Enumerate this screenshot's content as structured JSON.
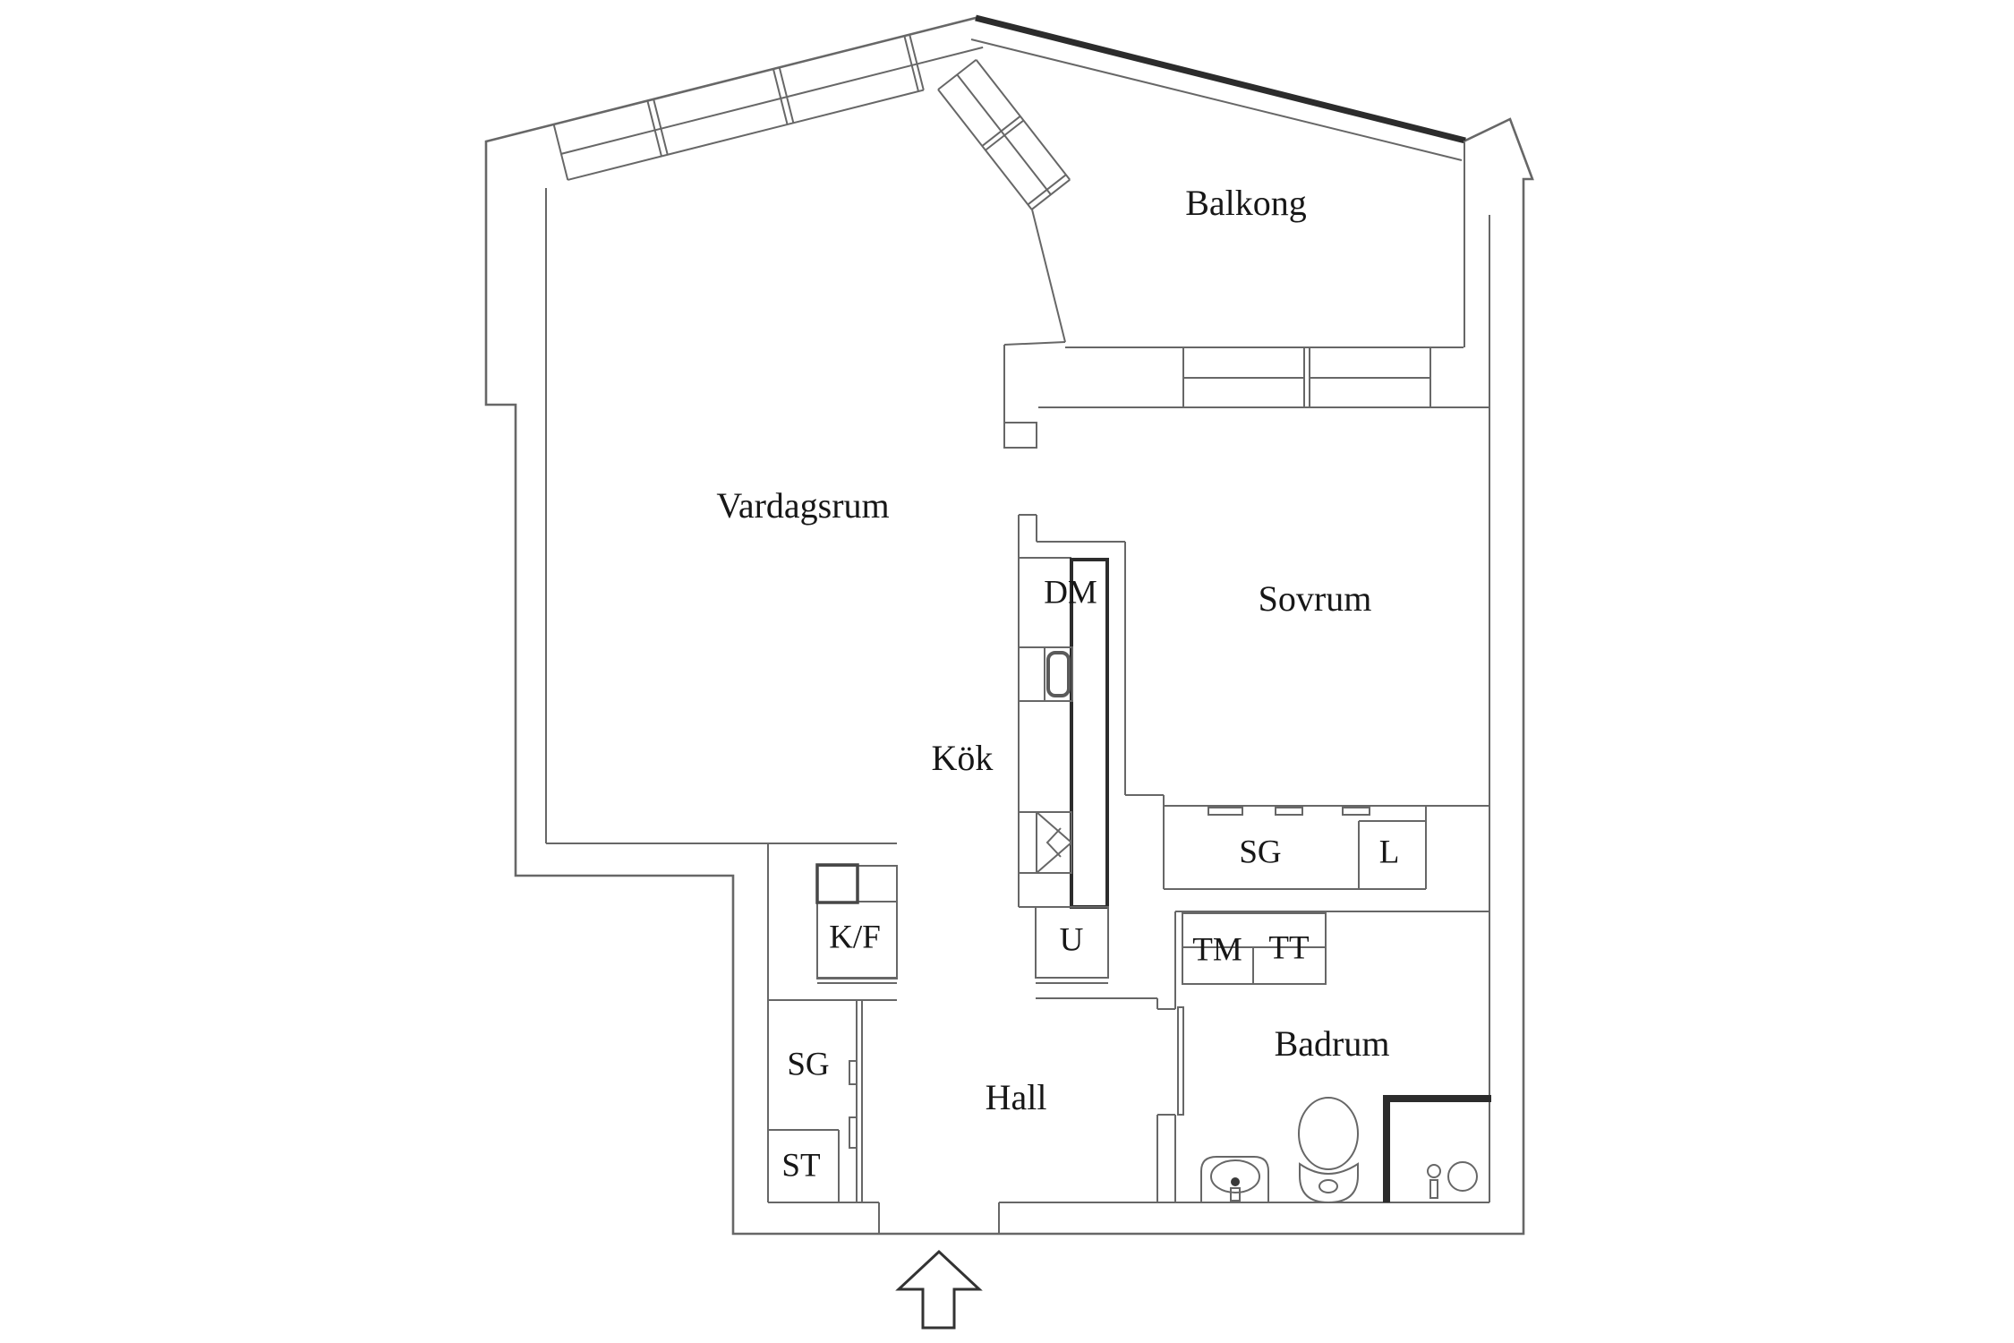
{
  "page": {
    "background": "#ffffff"
  },
  "colors": {
    "line": "#676767",
    "line-dark": "#2c2c2c",
    "text": "#171717",
    "paper": "#ffffff"
  },
  "rooms": {
    "balkong": {
      "label": "Balkong"
    },
    "vardagsrum": {
      "label": "Vardagsrum"
    },
    "sovrum": {
      "label": "Sovrum"
    },
    "kok": {
      "label": "Kök"
    },
    "hall": {
      "label": "Hall"
    },
    "badrum": {
      "label": "Badrum"
    }
  },
  "labels": {
    "dm": {
      "label": "DM"
    },
    "u": {
      "label": "U"
    },
    "kf": {
      "label": "K/F"
    },
    "sg_hall": {
      "label": "SG"
    },
    "st": {
      "label": "ST"
    },
    "sg_sovrum": {
      "label": "SG"
    },
    "l": {
      "label": "L"
    },
    "tm": {
      "label": "TM"
    },
    "tt": {
      "label": "TT"
    }
  }
}
